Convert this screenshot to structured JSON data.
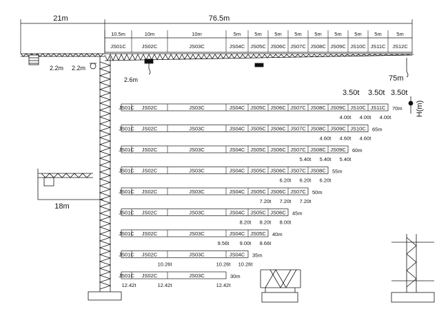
{
  "top_dims": {
    "left_label": "21m",
    "total_label": "76.5m",
    "segments": [
      "10.5m",
      "10m",
      "10m",
      "5m",
      "5m",
      "5m",
      "5m",
      "5m",
      "5m",
      "5m",
      "5m",
      "5m"
    ],
    "sections": [
      "JS01C",
      "JS02C",
      "JS03C",
      "JS04C",
      "JS05C",
      "JS06C",
      "JS07C",
      "JS08C",
      "JS09C",
      "JS10C",
      "JS11C",
      "JS12C"
    ]
  },
  "crane_labels": {
    "h1": "2.2m",
    "h2": "2.2m",
    "offset": "2.6m",
    "tip_height": "75m",
    "tip_loads": [
      "3.50t",
      "3.50t",
      "3.50t"
    ],
    "hook_height": "H(m)",
    "counter_jib": "18m"
  },
  "configs": [
    {
      "length": "70m",
      "sections": [
        "JS01C",
        "JS02C",
        "JS03C",
        "JS04C",
        "JS05C",
        "JS06C",
        "JS07C",
        "JS08C",
        "JS09C",
        "JS10C",
        "JS11C"
      ],
      "loads": [
        "4.00t",
        "4.00t",
        "4.00t"
      ]
    },
    {
      "length": "65m",
      "sections": [
        "JS01C",
        "JS02C",
        "JS03C",
        "JS04C",
        "JS05C",
        "JS06C",
        "JS07C",
        "JS08C",
        "JS09C",
        "JS10C"
      ],
      "loads": [
        "4.60t",
        "4.60t",
        "4.60t"
      ]
    },
    {
      "length": "60m",
      "sections": [
        "JS01C",
        "JS02C",
        "JS03C",
        "JS04C",
        "JS05C",
        "JS06C",
        "JS07C",
        "JS08C",
        "JS09C"
      ],
      "loads": [
        "5.40t",
        "5.40t",
        "5.40t"
      ]
    },
    {
      "length": "55m",
      "sections": [
        "JS01C",
        "JS02C",
        "JS03C",
        "JS04C",
        "JS05C",
        "JS06C",
        "JS07C",
        "JS08C"
      ],
      "loads": [
        "6.20t",
        "6.20t",
        "6.20t"
      ]
    },
    {
      "length": "50m",
      "sections": [
        "JS01C",
        "JS02C",
        "JS03C",
        "JS04C",
        "JS05C",
        "JS06C",
        "JS07C"
      ],
      "loads": [
        "7.20t",
        "7.20t",
        "7.20t"
      ]
    },
    {
      "length": "45m",
      "sections": [
        "JS01C",
        "JS02C",
        "JS03C",
        "JS04C",
        "JS05C",
        "JS06C"
      ],
      "loads": [
        "8.20t",
        "8.20t",
        "8.00t"
      ]
    },
    {
      "length": "40m",
      "sections": [
        "JS01C",
        "JS02C",
        "JS03C",
        "JS04C",
        "JS05C"
      ],
      "loads": [
        "9.56t",
        "9.00t",
        "8.66t"
      ]
    },
    {
      "length": "35m",
      "sections": [
        "JS01C",
        "JS02C",
        "JS03C",
        "JS04C"
      ],
      "loads": [
        "10.26t",
        "10.26t",
        "10.26t"
      ]
    },
    {
      "length": "30m",
      "sections": [
        "JS01C",
        "JS02C",
        "JS03C"
      ],
      "loads": [
        "12.42t",
        "12.42t",
        "12.42t"
      ]
    }
  ]
}
